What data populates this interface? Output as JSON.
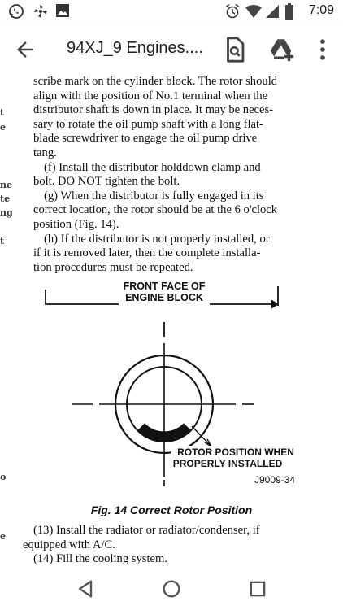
{
  "status_bar": {
    "time": "7:09",
    "left_icons": [
      "whatsapp-icon",
      "pinwheel-icon",
      "image-icon"
    ],
    "right_icons": [
      "alarm-icon",
      "wifi-icon",
      "signal-icon",
      "battery-icon"
    ]
  },
  "app_bar": {
    "title": "94XJ_9 Engines....",
    "actions": [
      "back-arrow-icon",
      "doc-search-icon",
      "drive-add-icon",
      "more-vert-icon"
    ]
  },
  "margin_fragments": [
    "t",
    "e",
    "ne",
    "te",
    "ng",
    "t",
    "o",
    "e"
  ],
  "document": {
    "lines": [
      "scribe mark on the cylinder block. The rotor should",
      "align with the position of No.1 terminal when the",
      "distributor shaft is down in place. It may be neces-",
      "sary to rotate the oil pump shaft with a long flat-",
      "blade screwdriver to engage the oil pump drive",
      "tang.",
      "(f) Install the distributor holddown clamp and",
      "bolt. DO NOT tighten the bolt.",
      "(g) When the distributor is fully engaged in its",
      "correct location, the rotor should be at the 6 o'clock",
      "position (Fig. 14).",
      "(h) If the distributor is not properly installed, or",
      "if it is removed later, then the complete installa-",
      "tion procedures must be repeated."
    ],
    "figure": {
      "label_top_line1": "FRONT FACE OF",
      "label_top_line2": "ENGINE BLOCK",
      "callout_line1": "ROTOR POSITION WHEN",
      "callout_line2": "PROPERLY INSTALLED",
      "figure_code": "J9009-34"
    },
    "caption": "Fig. 14 Correct Rotor Position",
    "after_lines": [
      "(13) Install the radiator or radiator/condenser, if",
      "equipped with A/C.",
      "(14) Fill the cooling system."
    ]
  },
  "nav_bar": {
    "buttons": [
      "back-triangle-icon",
      "home-circle-icon",
      "recents-square-icon"
    ]
  }
}
